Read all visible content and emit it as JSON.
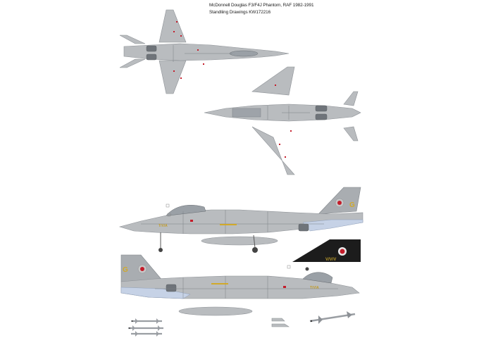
{
  "caption": {
    "line1": "McDonnell Douglas F3/F4J Phantom, RAF 1982-1991",
    "line2": "Standliing Drawings  KW172216"
  },
  "aircraft": {
    "fin_code": "G",
    "side_text": "T/V/A",
    "watermark": "V/V/V"
  },
  "colors": {
    "background": "#ffffff",
    "airframe_grey": "#b9bcbf",
    "panel_dark": "#6f747a",
    "light_blue": "#c6d2e6",
    "roundel_red": "#c41c2a",
    "tail_black": "#1c1c1c",
    "code_yellow": "#d1a92a"
  }
}
